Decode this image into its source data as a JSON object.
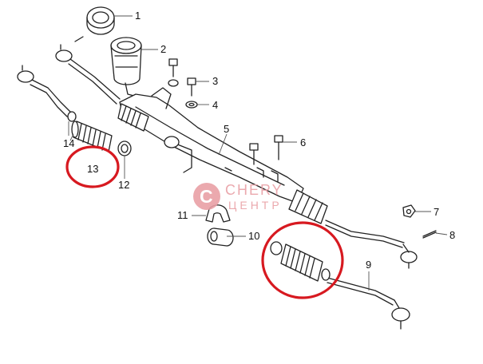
{
  "labels": [
    "1",
    "2",
    "3",
    "4",
    "5",
    "6",
    "7",
    "8",
    "9",
    "10",
    "11",
    "12",
    "13",
    "14"
  ],
  "watermark": {
    "line1": "CHERY",
    "line2": "ЦЕНТР",
    "logo_letter": "C"
  },
  "colors": {
    "highlight": "#d71920",
    "watermark": "#e9a0a6",
    "ink": "#222222"
  }
}
